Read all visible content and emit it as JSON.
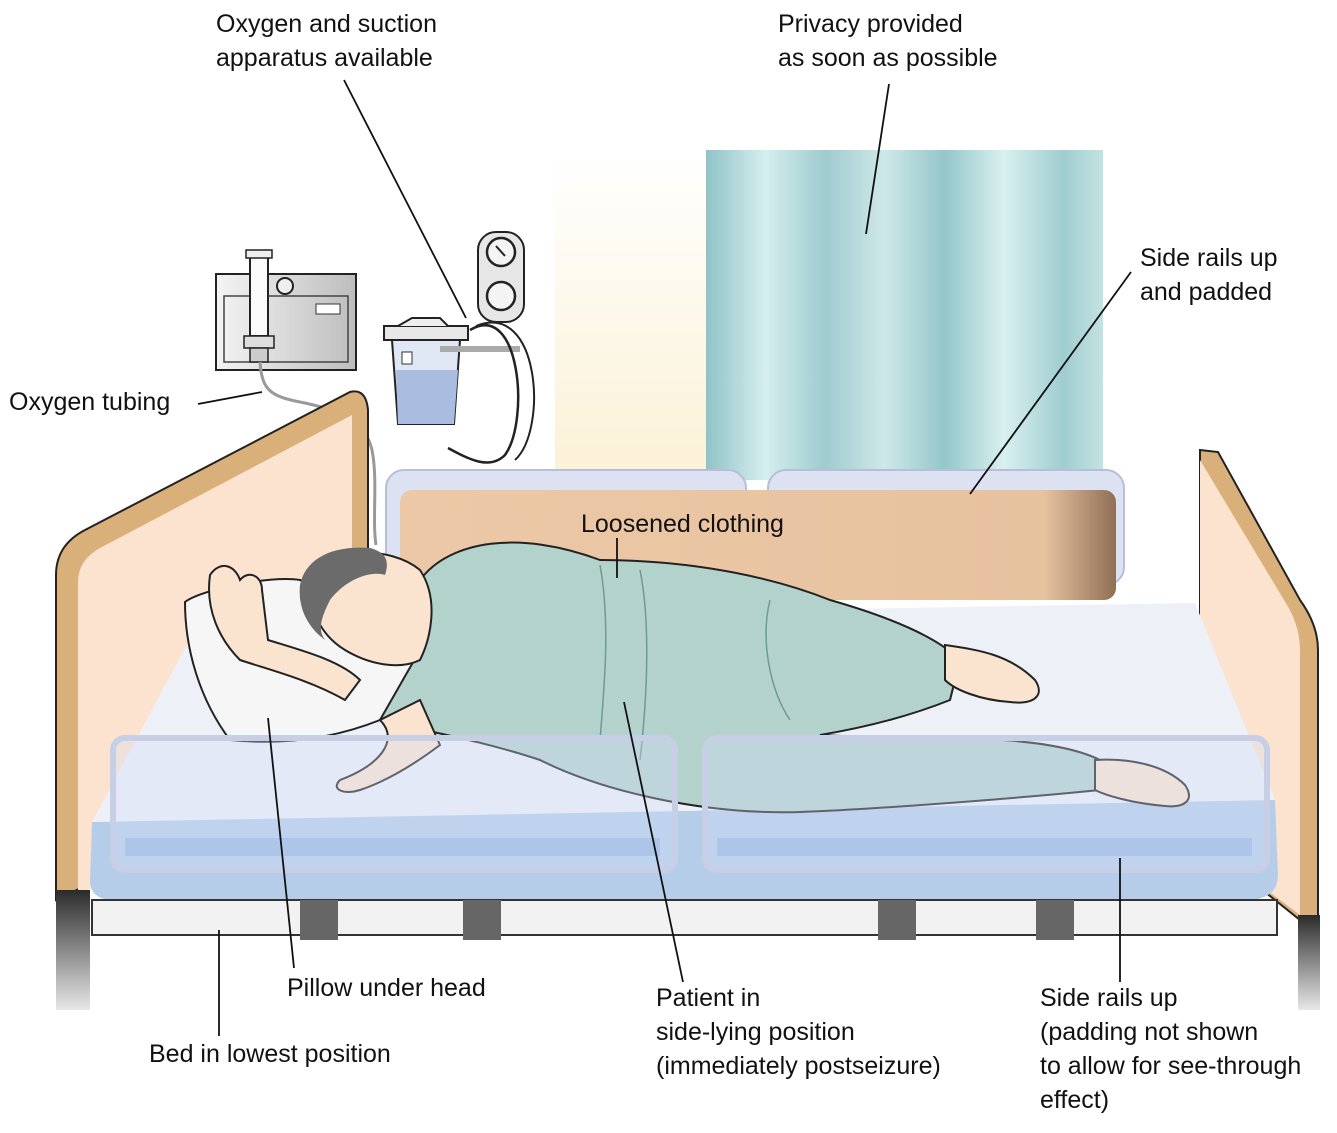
{
  "labels": {
    "oxygen_suction": [
      "Oxygen and suction",
      "apparatus available"
    ],
    "privacy": [
      "Privacy provided",
      "as soon as possible"
    ],
    "rails_padded": [
      "Side rails up",
      "and padded"
    ],
    "oxygen_tubing": "Oxygen tubing",
    "loosened_clothing": "Loosened clothing",
    "pillow": "Pillow under head",
    "bed_lowest": "Bed in lowest position",
    "patient": [
      "Patient in",
      "side-lying position",
      "(immediately postseizure)"
    ],
    "rails_see_through": [
      "Side rails up",
      "(padding not shown",
      "to allow for see-through",
      "effect)"
    ]
  },
  "colors": {
    "headboard": "#fbe3cf",
    "headboard_edge": "#d9b07a",
    "curtain": "#a8d3d6",
    "mattress": "#eef0f8",
    "mattress_side": "#b6cdea",
    "rail_pad": "#e9c6a4",
    "gown": "#b3d2cc",
    "skin": "#fae3cf",
    "hair": "#6b6b6b"
  }
}
